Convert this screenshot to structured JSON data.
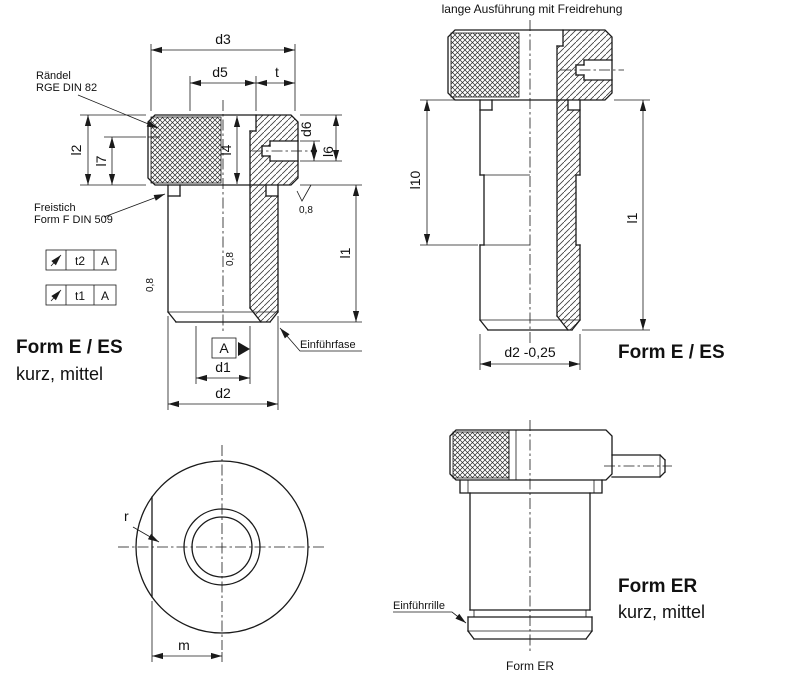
{
  "colors": {
    "line": "#1a1a1a",
    "background": "#ffffff"
  },
  "view1": {
    "caption1": "Form E / ES",
    "caption2": "kurz, mittel",
    "raendel1": "Rändel",
    "raendel2": "RGE  DIN 82",
    "freistich1": "Freistich",
    "freistich2": "Form F DIN 509",
    "einfuehrfase": "Einführfase",
    "datum": "A",
    "surface": "0,8",
    "frame_t2": {
      "tol": "t2",
      "datum": "A"
    },
    "frame_t1": {
      "tol": "t1",
      "datum": "A"
    },
    "dims": {
      "d3": "d3",
      "d5": "d5",
      "t": "t",
      "d6": "d6",
      "l6": "l6",
      "l4": "l4",
      "l2": "l2",
      "l7": "l7",
      "l1": "l1",
      "d1": "d1",
      "d2": "d2"
    }
  },
  "view2": {
    "title": "lange Ausführung mit Freidrehung",
    "caption": "Form E / ES",
    "dims": {
      "l10": "l10",
      "l1": "l1",
      "d2": "d2 -0,25"
    }
  },
  "view3": {
    "dims": {
      "r": "r",
      "m": "m"
    }
  },
  "view4": {
    "caption1": "Form ER",
    "caption2": "kurz, mittel",
    "einfuehrrille": "Einführrille",
    "bottom_caption": "Form ER"
  }
}
